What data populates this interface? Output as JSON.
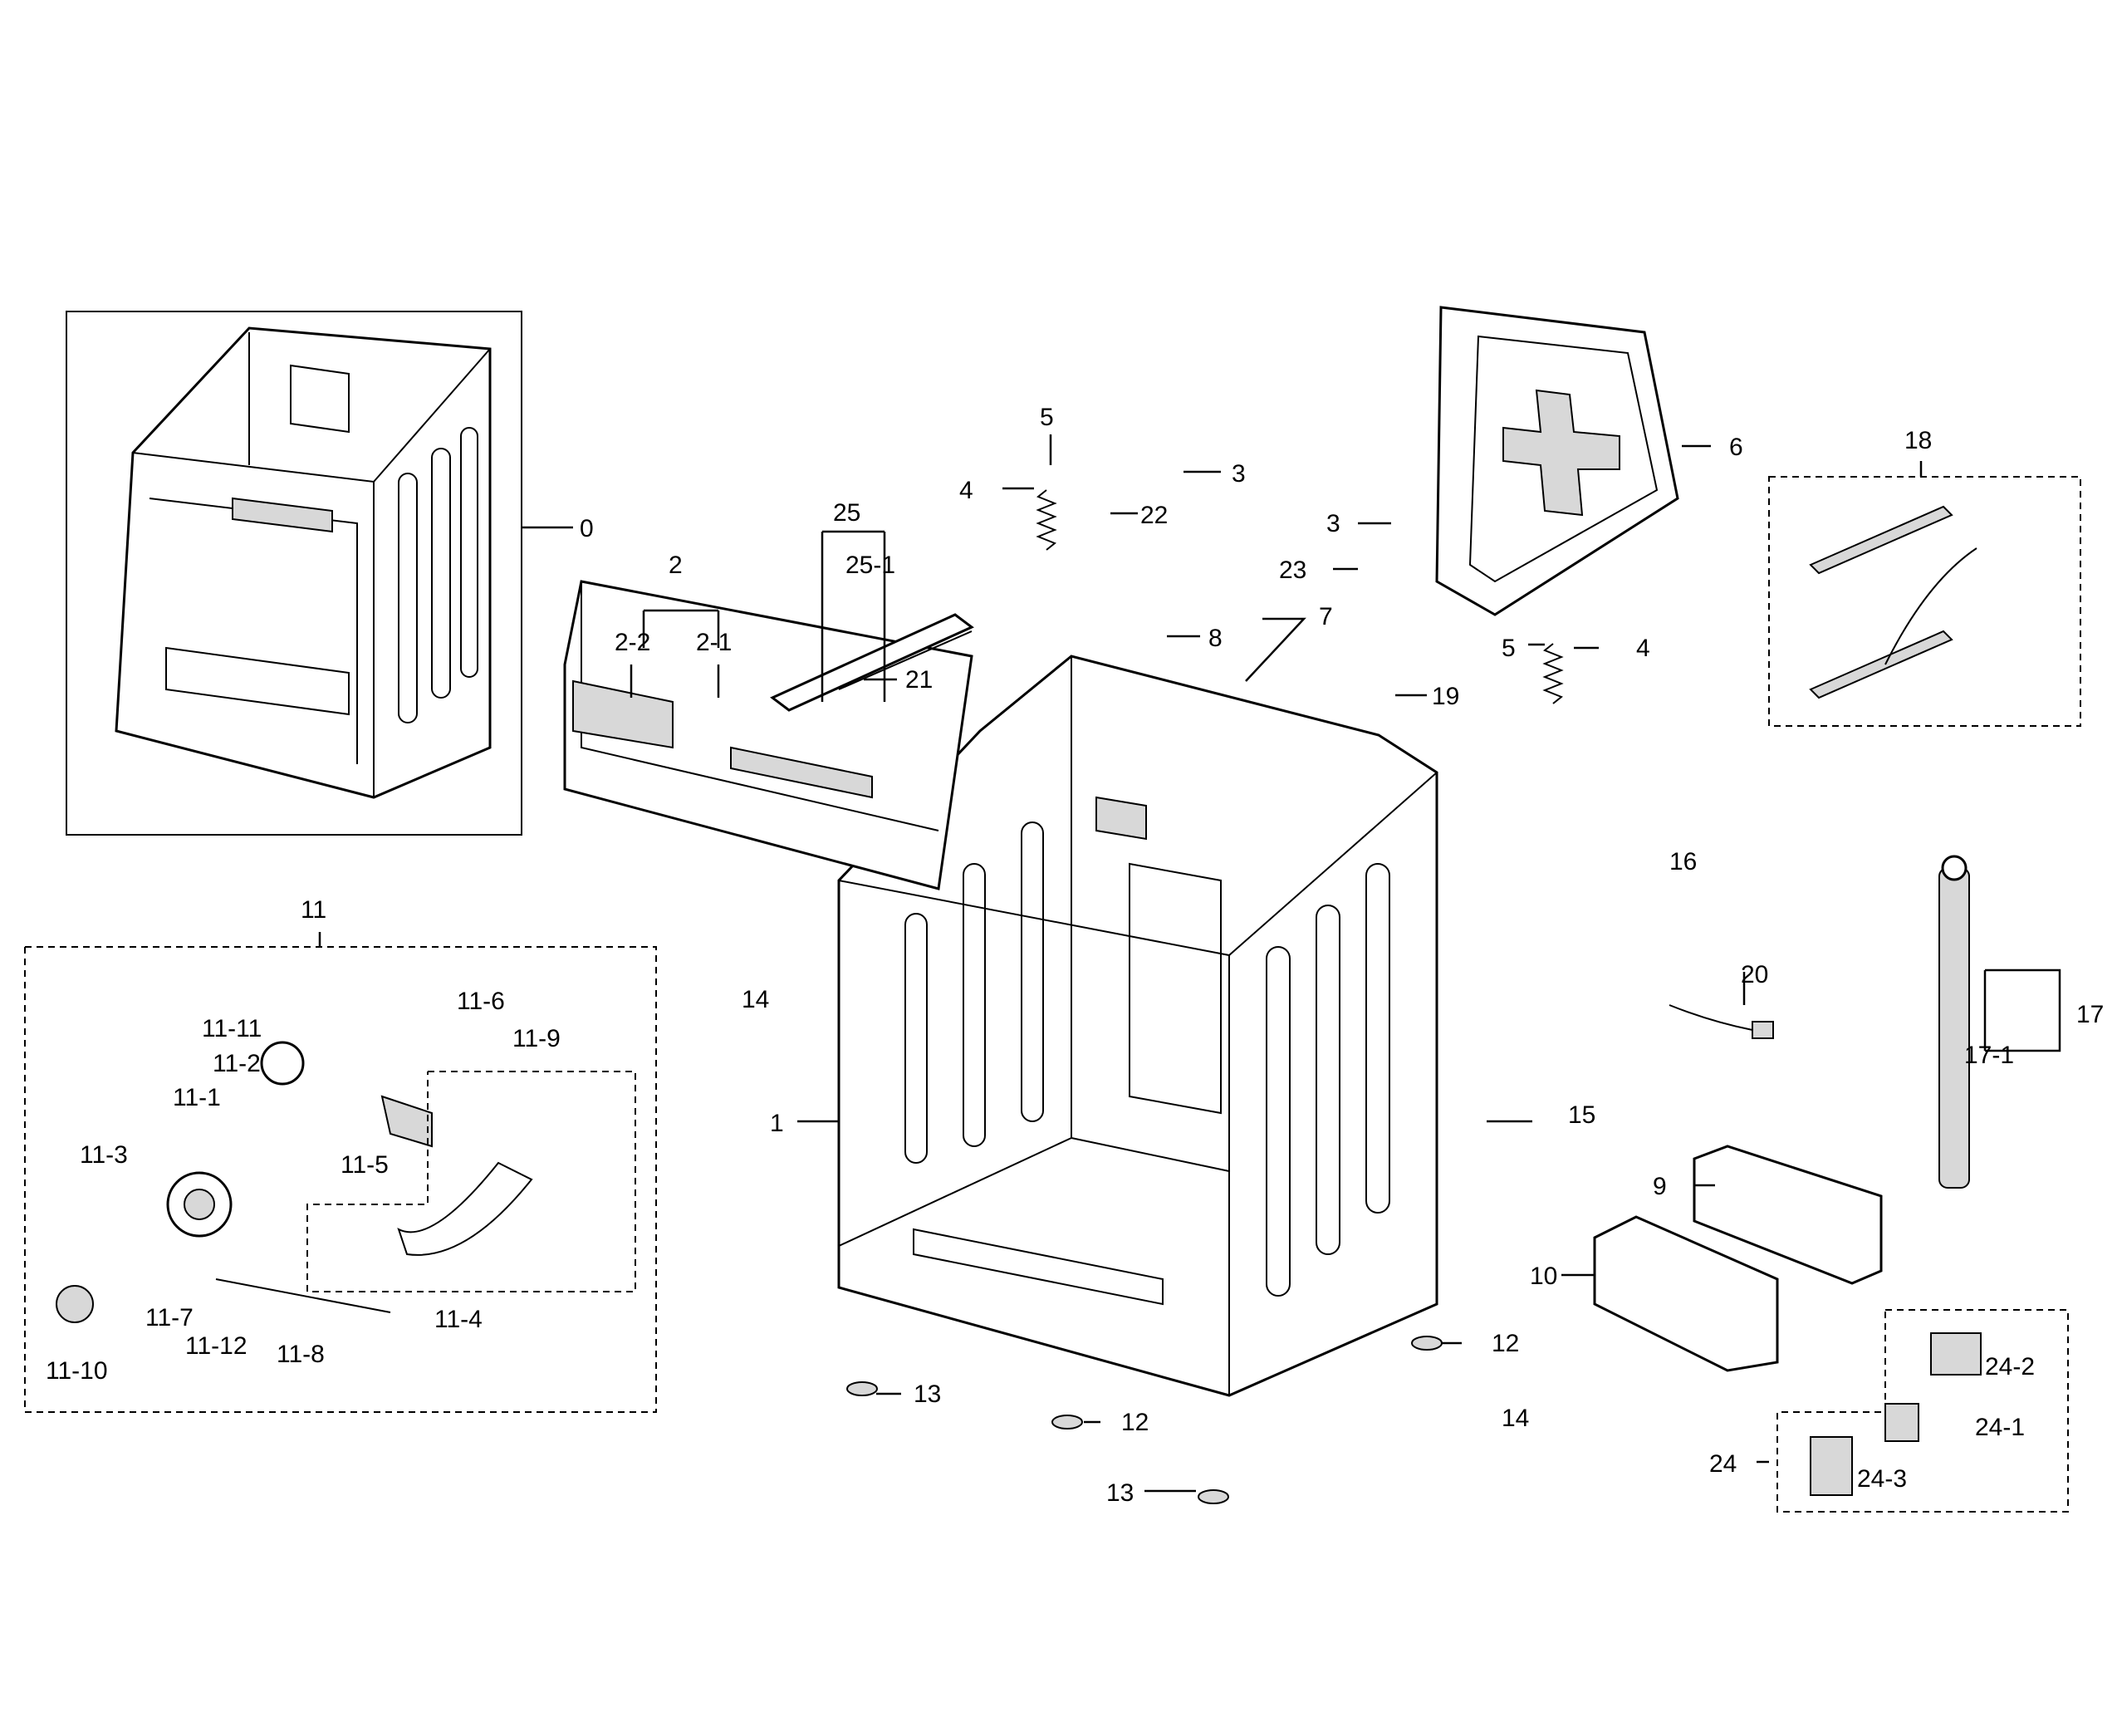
{
  "labels": {
    "l0": "0",
    "l1": "1",
    "l2": "2",
    "l2_1": "2-1",
    "l2_2": "2-2",
    "l3a": "3",
    "l3b": "3",
    "l4a": "4",
    "l4b": "4",
    "l5a": "5",
    "l5b": "5",
    "l6": "6",
    "l7": "7",
    "l8": "8",
    "l9": "9",
    "l10": "10",
    "l11": "11",
    "l11_1": "11-1",
    "l11_2": "11-2",
    "l11_3": "11-3",
    "l11_4": "11-4",
    "l11_5": "11-5",
    "l11_6": "11-6",
    "l11_7": "11-7",
    "l11_8": "11-8",
    "l11_9": "11-9",
    "l11_10": "11-10",
    "l11_11": "11-11",
    "l11_12": "11-12",
    "l12a": "12",
    "l12b": "12",
    "l13a": "13",
    "l13b": "13",
    "l14a": "14",
    "l14b": "14",
    "l15": "15",
    "l16": "16",
    "l17": "17",
    "l17_1": "17-1",
    "l18": "18",
    "l19": "19",
    "l20": "20",
    "l21": "21",
    "l22": "22",
    "l23": "23",
    "l24": "24",
    "l24_1": "24-1",
    "l24_2": "24-2",
    "l24_3": "24-3",
    "l25": "25",
    "l25_1": "25-1"
  }
}
